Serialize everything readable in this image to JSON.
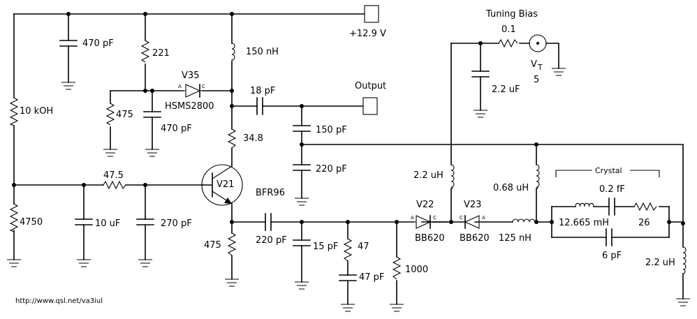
{
  "supply": "+12.9 V",
  "output": "Output",
  "tuning": {
    "title": "Tuning Bias",
    "resistor": "0.1",
    "source_name": "V",
    "source_sub": "T",
    "source_value": "5"
  },
  "caps": {
    "c_supply": "470 pF",
    "c_v35": "470 pF",
    "c_out": "18 pF",
    "c_150": "150 pF",
    "c_220": "220 pF",
    "c_10u": "10 uF",
    "c_270": "270 pF",
    "c_emit": "220 pF",
    "c_15": "15 pF",
    "c_47": "47 pF",
    "c_tune": "2.2 uF",
    "c_crys_series": "0.2 fF",
    "c_crys_shunt": "6 pF"
  },
  "resistors": {
    "r221": "221",
    "r475a": "475",
    "r10k": "10 kOH",
    "r4750": "4750",
    "r348": "34.8",
    "r475": "47.5",
    "r475e": "475",
    "r47": "47",
    "r1000": "1000",
    "r26": "26"
  },
  "inductors": {
    "l150n": "150 nH",
    "l22a": "2.2 uH",
    "l068": "0.68 uH",
    "l125": "125 nH",
    "l12665": "12.665 mH",
    "l22b": "2.2 uH"
  },
  "diodes": {
    "v35": {
      "ref": "V35",
      "part": "HSMS2800"
    },
    "v22": {
      "ref": "V22",
      "part": "BB620"
    },
    "v23": {
      "ref": "V23",
      "part": "BB620"
    }
  },
  "transistor": {
    "ref": "V21",
    "part": "BFR96"
  },
  "crystal": "Crystal",
  "pin_a": "A",
  "pin_c": "C",
  "url": "http://www.qsl.net/va3iul"
}
